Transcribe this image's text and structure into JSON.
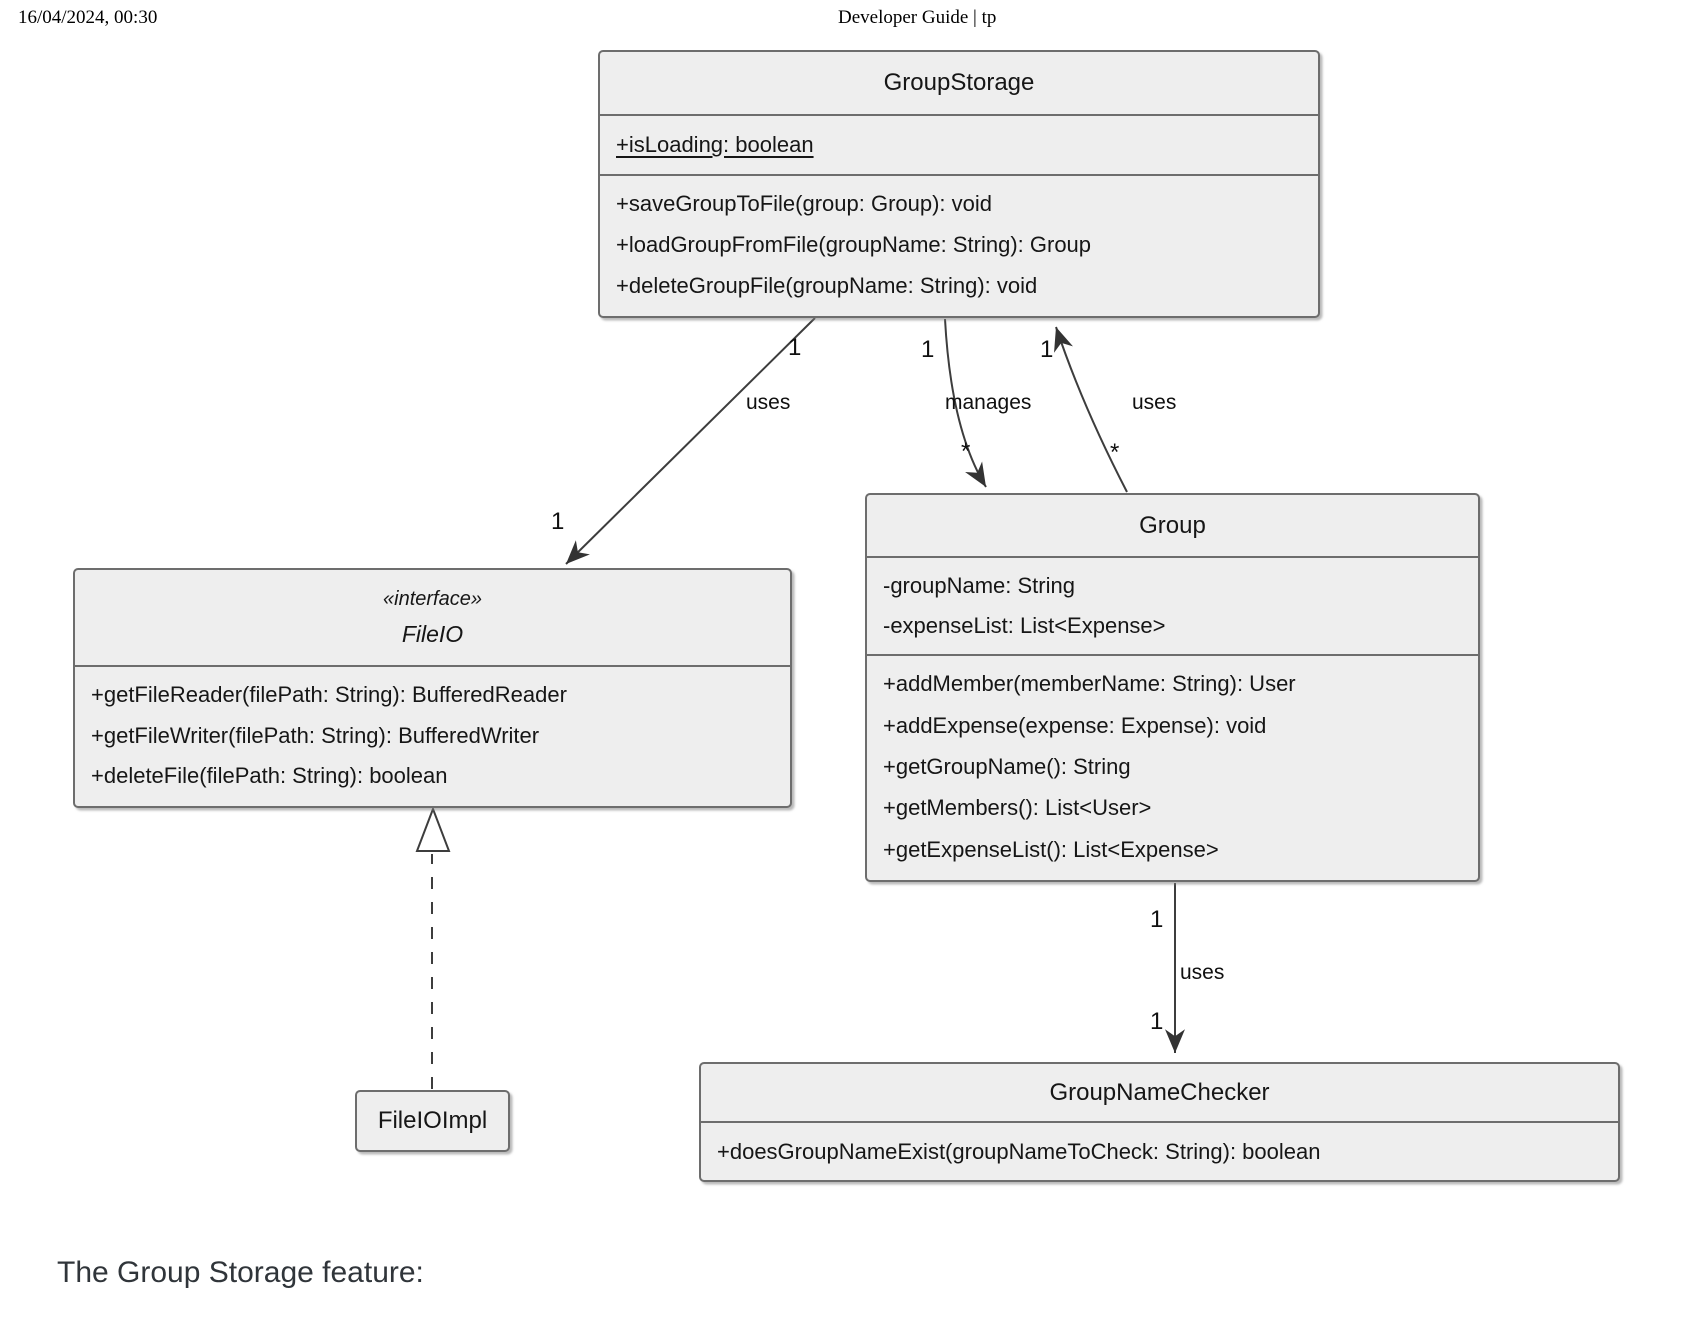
{
  "header": {
    "datetime": "16/04/2024, 00:30",
    "doc_title": "Developer Guide | tp"
  },
  "footer": {
    "caption": "The Group Storage feature:"
  },
  "colors": {
    "box_fill": "#eeeeee",
    "box_border": "#6d6d6d",
    "edge_line": "#3d3d3d"
  },
  "classes": {
    "group_storage": {
      "name": "GroupStorage",
      "attributes": [
        "+isLoading: boolean"
      ],
      "methods": [
        "+saveGroupToFile(group: Group): void",
        "+loadGroupFromFile(groupName: String): Group",
        "+deleteGroupFile(groupName: String): void"
      ]
    },
    "file_io": {
      "stereotype": "«interface»",
      "name": "FileIO",
      "methods": [
        "+getFileReader(filePath: String): BufferedReader",
        "+getFileWriter(filePath: String): BufferedWriter",
        "+deleteFile(filePath: String): boolean"
      ]
    },
    "group": {
      "name": "Group",
      "attributes": [
        "-groupName: String",
        "-expenseList: List<Expense>"
      ],
      "methods": [
        "+addMember(memberName: String): User",
        "+addExpense(expense: Expense): void",
        "+getGroupName(): String",
        "+getMembers(): List<User>",
        "+getExpenseList(): List<Expense>"
      ]
    },
    "group_name_checker": {
      "name": "GroupNameChecker",
      "methods": [
        "+doesGroupNameExist(groupNameToCheck: String): boolean"
      ]
    },
    "file_io_impl": {
      "name": "FileIOImpl"
    }
  },
  "edges": {
    "storage_uses_fileio": {
      "label": "uses",
      "source_mult": "1",
      "target_mult": "1"
    },
    "storage_manages_group": {
      "label": "manages",
      "source_mult": "1",
      "target_mult": "*"
    },
    "group_uses_storage": {
      "label": "uses",
      "source_mult": "*",
      "target_mult": "1"
    },
    "group_uses_checker": {
      "label": "uses",
      "source_mult": "1",
      "target_mult": "1"
    }
  }
}
